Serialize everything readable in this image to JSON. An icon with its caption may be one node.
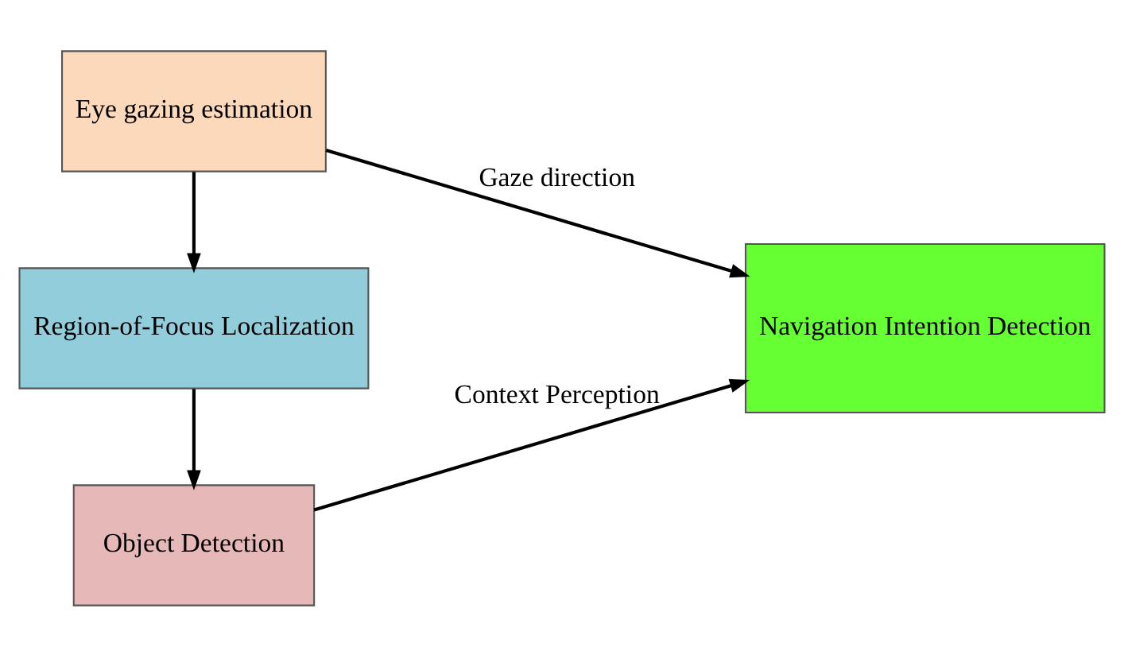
{
  "diagram": {
    "nodes": [
      {
        "text": [
          "Eye gazing estimation"
        ]
      },
      {
        "text": [
          "Region-of-Focus Localization"
        ]
      },
      {
        "text": [
          "Object Detection"
        ]
      },
      {
        "text": [
          "Navigation Intention Detection"
        ]
      }
    ],
    "edges": [
      {
        "from": 0,
        "to": 1,
        "arrow": "to"
      },
      {
        "from": 1,
        "to": 2,
        "arrow": "to"
      },
      {
        "from": 0,
        "to": 3,
        "arrow": "to",
        "label": "Gaze direction"
      },
      {
        "from": 2,
        "to": 3,
        "arrow": "to",
        "label": "Context Perception"
      }
    ]
  }
}
